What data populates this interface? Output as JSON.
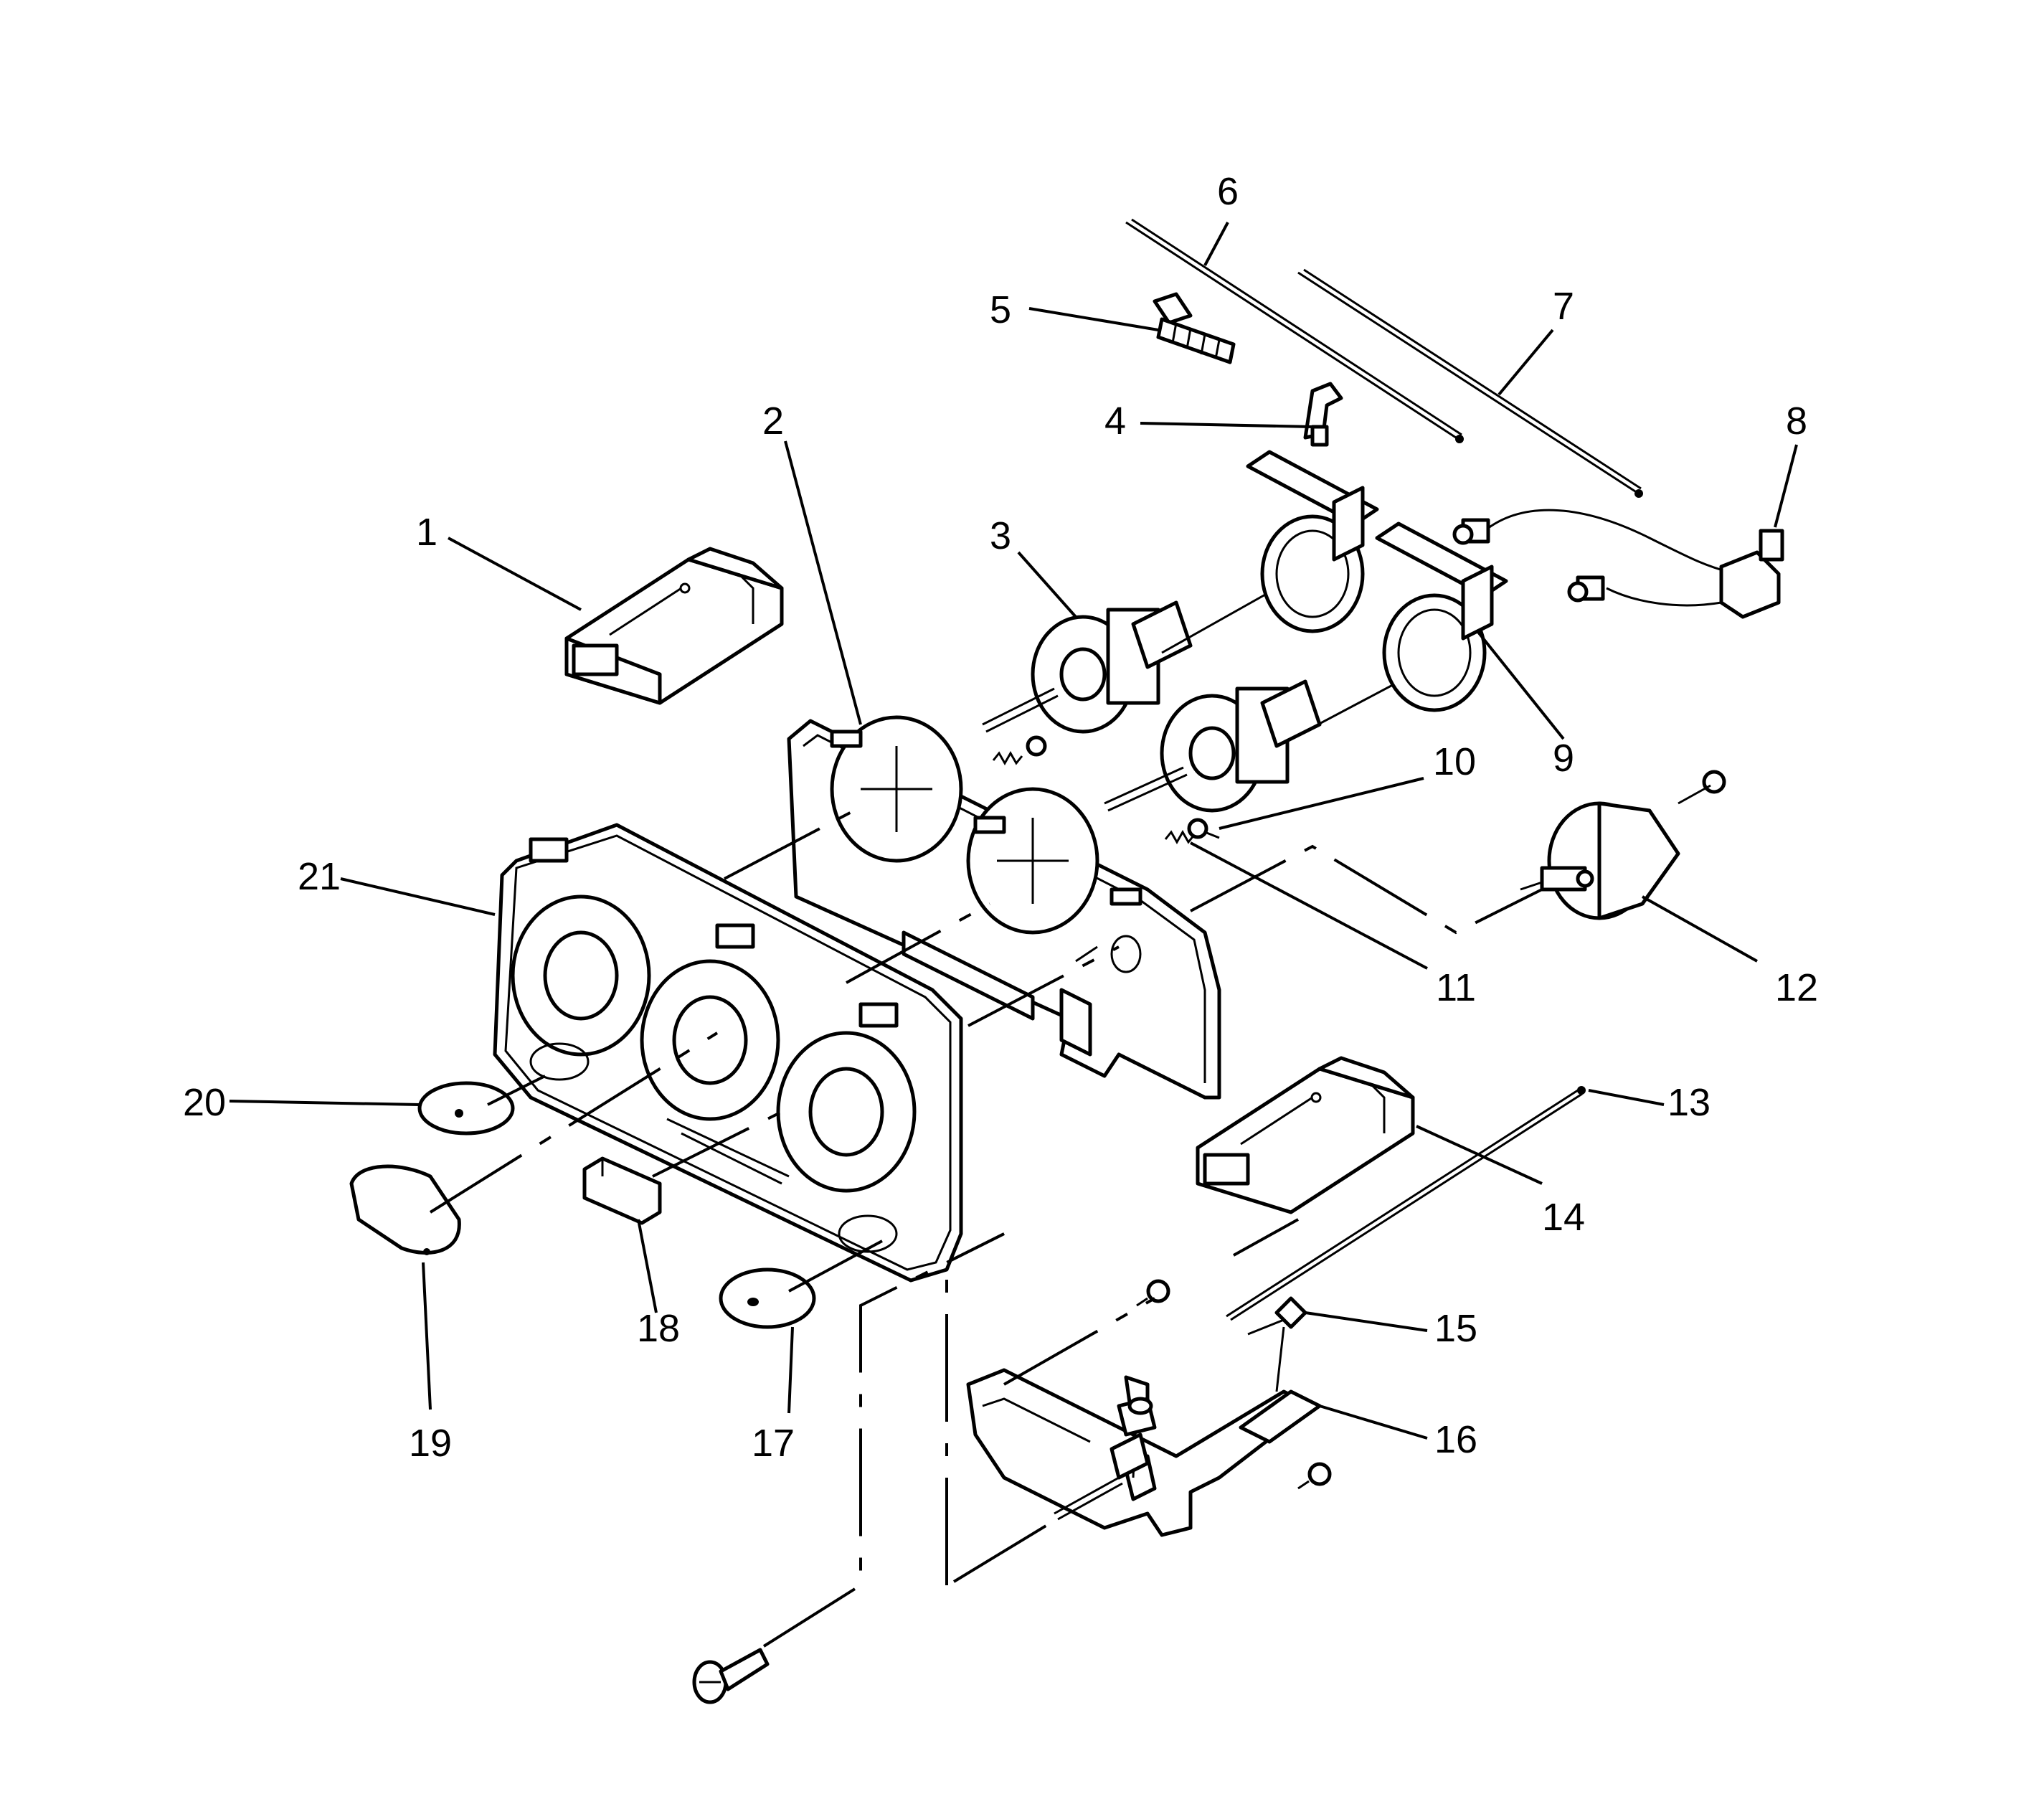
{
  "diagram": {
    "callouts": [
      {
        "id": "1",
        "label": "1"
      },
      {
        "id": "2",
        "label": "2"
      },
      {
        "id": "3",
        "label": "3"
      },
      {
        "id": "4",
        "label": "4"
      },
      {
        "id": "5",
        "label": "5"
      },
      {
        "id": "6",
        "label": "6"
      },
      {
        "id": "7",
        "label": "7"
      },
      {
        "id": "8",
        "label": "8"
      },
      {
        "id": "9",
        "label": "9"
      },
      {
        "id": "10",
        "label": "10"
      },
      {
        "id": "11",
        "label": "11"
      },
      {
        "id": "12",
        "label": "12"
      },
      {
        "id": "13",
        "label": "13"
      },
      {
        "id": "14",
        "label": "14"
      },
      {
        "id": "15",
        "label": "15"
      },
      {
        "id": "16",
        "label": "16"
      },
      {
        "id": "17",
        "label": "17"
      },
      {
        "id": "18",
        "label": "18"
      },
      {
        "id": "19",
        "label": "19"
      },
      {
        "id": "20",
        "label": "20"
      },
      {
        "id": "21",
        "label": "21"
      }
    ],
    "colors": {
      "line": "#000000",
      "background": "#ffffff"
    }
  }
}
